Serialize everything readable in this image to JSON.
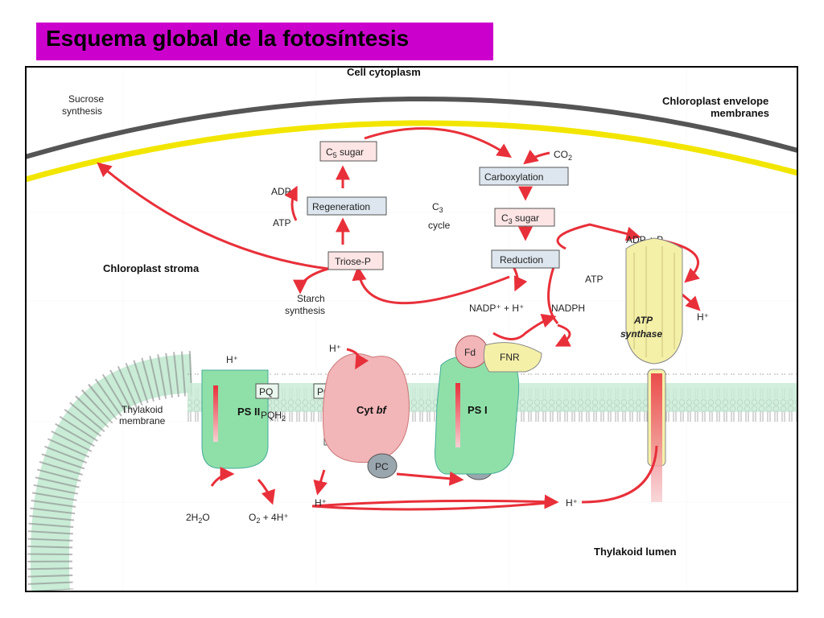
{
  "title": "Esquema global de la fotosíntesis",
  "diagram": {
    "cell_cytoplasm": "Cell cytoplasm",
    "envelope_1": "Chloroplast envelope",
    "envelope_2": "membranes",
    "stroma": "Chloroplast stroma",
    "lumen": "Thylakoid lumen",
    "thylakoid_membrane_1": "Thylakoid",
    "thylakoid_membrane_2": "membrane",
    "sucrose_1": "Sucrose",
    "sucrose_2": "synthesis",
    "starch_1": "Starch",
    "starch_2": "synthesis",
    "c5_sugar": "C",
    "c5_sub": "5",
    "c5_tail": " sugar",
    "carboxylation": "Carboxylation",
    "co2": "CO",
    "co2_sub": "2",
    "regeneration": "Regeneration",
    "adp": "ADP",
    "atp": "ATP",
    "c3_cycle_c": "C",
    "c3_cycle_sub": "3",
    "c3_cycle_word": "cycle",
    "c3_sugar": "C",
    "c3_sub": "3",
    "c3_tail": " sugar",
    "reduction": "Reduction",
    "triose_p": "Triose-P",
    "nadp_h": "NADP⁺ + H⁺",
    "nadph": "NADPH",
    "adp_pi": "ADP + P",
    "adp_pi_sub": "i",
    "atp_right": "ATP",
    "h_plus": "H⁺",
    "atp_synthase_1": "ATP",
    "atp_synthase_2": "synthase",
    "fd": "Fd",
    "fnr": "FNR",
    "ps2": "PS II",
    "ps1": "PS I",
    "cyt_bf_1": "Cyt ",
    "cyt_bf_2": "bf",
    "pq": "PQ",
    "pqh2": "PQH",
    "pqh2_sub": "2",
    "pc": "PC",
    "water": "2H",
    "water_sub": "2",
    "water_tail": "O",
    "o2": "O",
    "o2_sub": "2",
    "o2_tail": " + 4H⁺"
  },
  "colors": {
    "title_bg": "#cc00cc",
    "arrow_red": "#e8303a",
    "membrane_green": "#c9ecd6",
    "ps_green": "#8fe0a8",
    "cyt_pink": "#f2b5b8",
    "synthase_yellow": "#f5f0a8",
    "envelope_gray": "#555555",
    "envelope_yellow": "#f2e600"
  }
}
